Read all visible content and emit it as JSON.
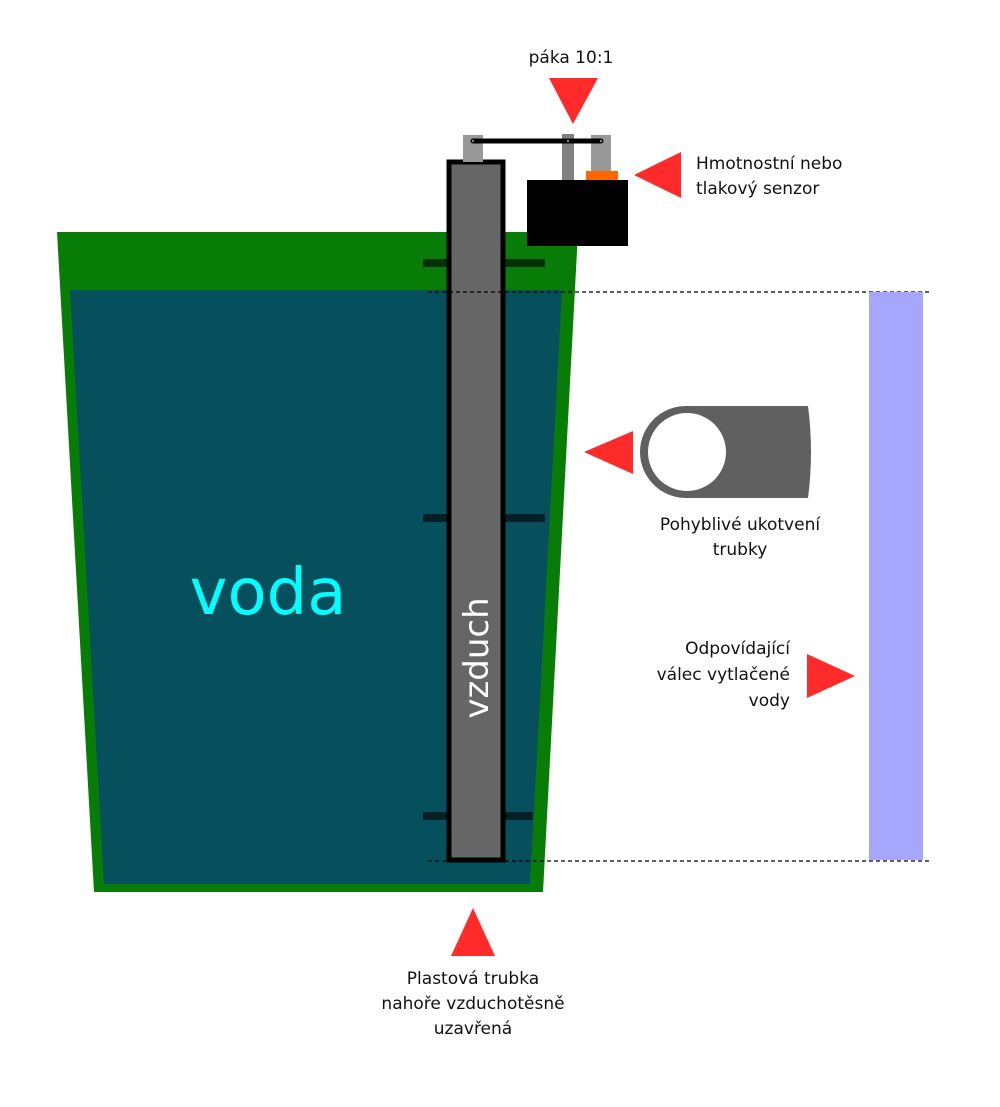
{
  "labels": {
    "lever": "páka 10:1",
    "sensor": [
      "Hmotnostní nebo",
      "tlakový senzor"
    ],
    "anchor": [
      "Pohyblivé ukotvení",
      "trubky"
    ],
    "cylinder": [
      "Odpovídající",
      "válec vytlačené",
      "vody"
    ],
    "tube": [
      "Plastová trubka",
      "nahoře vzduchotěsně",
      "uzavřená"
    ],
    "water": "voda",
    "air": "vzduch"
  },
  "colors": {
    "container": "#077d07",
    "water": "#05505c",
    "water_text": "#00ffff",
    "tube": "#666666",
    "arrow": "#ff2a2a",
    "cylinder": "#a6a6ff",
    "sensor_pad": "#ff6600"
  }
}
